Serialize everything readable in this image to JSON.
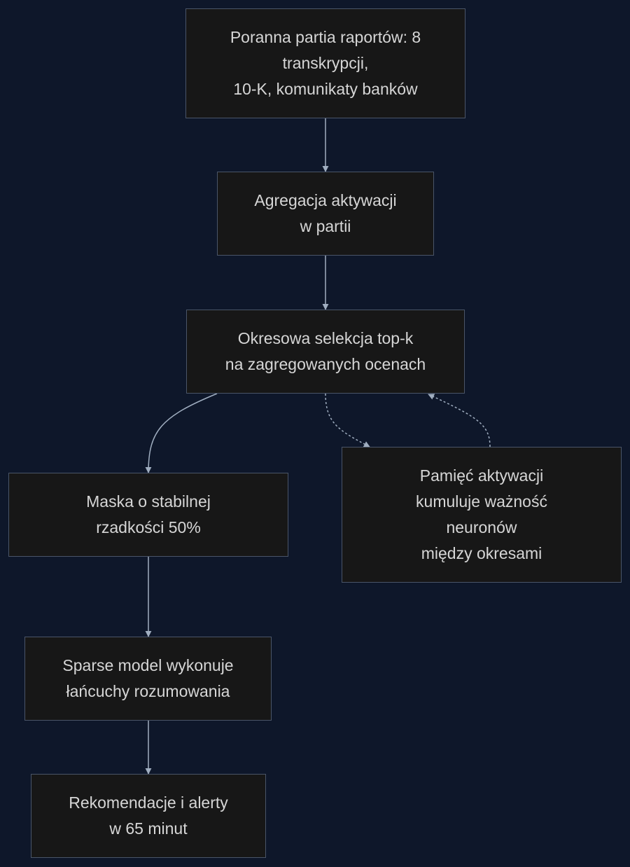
{
  "diagram": {
    "nodes": [
      {
        "id": "batch",
        "lines": [
          "Poranna partia raportów: 8",
          "transkrypcji,",
          "10-K, komunikaty banków"
        ]
      },
      {
        "id": "aggregate",
        "lines": [
          "Agregacja aktywacji",
          "w partii"
        ]
      },
      {
        "id": "select",
        "lines": [
          "Okresowa selekcja top-k",
          "na zagregowanych ocenach"
        ]
      },
      {
        "id": "mask",
        "lines": [
          "Maska o stabilnej",
          "rzadkości 50%"
        ]
      },
      {
        "id": "memory",
        "lines": [
          "Pamięć aktywacji",
          "kumuluje ważność",
          "neuronów",
          "między okresami"
        ]
      },
      {
        "id": "sparse",
        "lines": [
          "Sparse model wykonuje",
          "łańcuchy rozumowania"
        ]
      },
      {
        "id": "output",
        "lines": [
          "Rekomendacje i alerty",
          "w 65 minut"
        ]
      }
    ],
    "edges": [
      {
        "from": "batch",
        "to": "aggregate",
        "style": "solid"
      },
      {
        "from": "aggregate",
        "to": "select",
        "style": "solid"
      },
      {
        "from": "select",
        "to": "mask",
        "style": "solid"
      },
      {
        "from": "select",
        "to": "memory",
        "style": "dashed"
      },
      {
        "from": "memory",
        "to": "select",
        "style": "dashed"
      },
      {
        "from": "mask",
        "to": "sparse",
        "style": "solid"
      },
      {
        "from": "sparse",
        "to": "output",
        "style": "solid"
      }
    ]
  }
}
